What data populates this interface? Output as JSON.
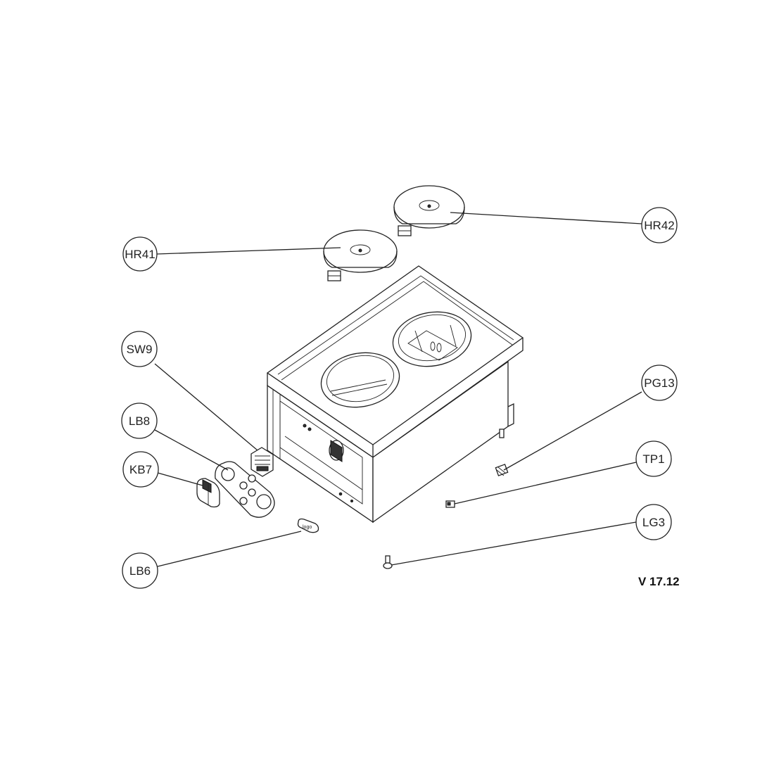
{
  "diagram": {
    "callouts": [
      {
        "id": "hr41",
        "label": "HR41"
      },
      {
        "id": "hr42",
        "label": "HR42"
      },
      {
        "id": "sw9",
        "label": "SW9"
      },
      {
        "id": "lb8",
        "label": "LB8"
      },
      {
        "id": "kb7",
        "label": "KB7"
      },
      {
        "id": "lb6",
        "label": "LB6"
      },
      {
        "id": "pg13",
        "label": "PG13"
      },
      {
        "id": "tp1",
        "label": "TP1"
      },
      {
        "id": "lg3",
        "label": "LG3"
      }
    ],
    "version": "V 17.12"
  }
}
